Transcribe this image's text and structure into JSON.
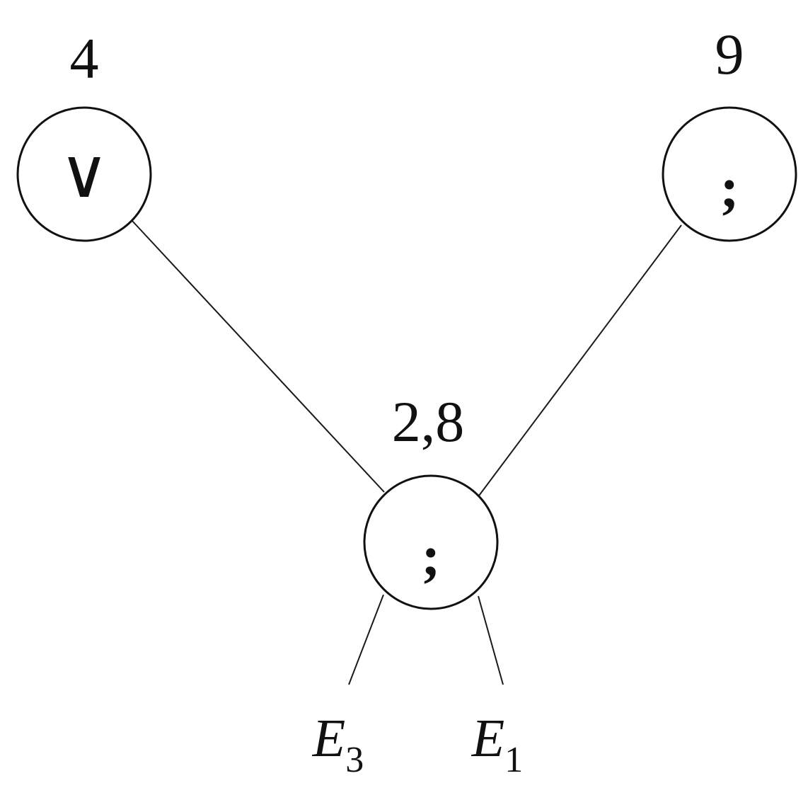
{
  "nodes": {
    "left": {
      "label": "4",
      "symbol": "∨"
    },
    "right": {
      "label": "9",
      "symbol": ";"
    },
    "center": {
      "label": "2,8",
      "symbol": ";"
    }
  },
  "leaves": {
    "left": {
      "letter": "E",
      "subscript": "3"
    },
    "right": {
      "letter": "E",
      "subscript": "1"
    }
  }
}
